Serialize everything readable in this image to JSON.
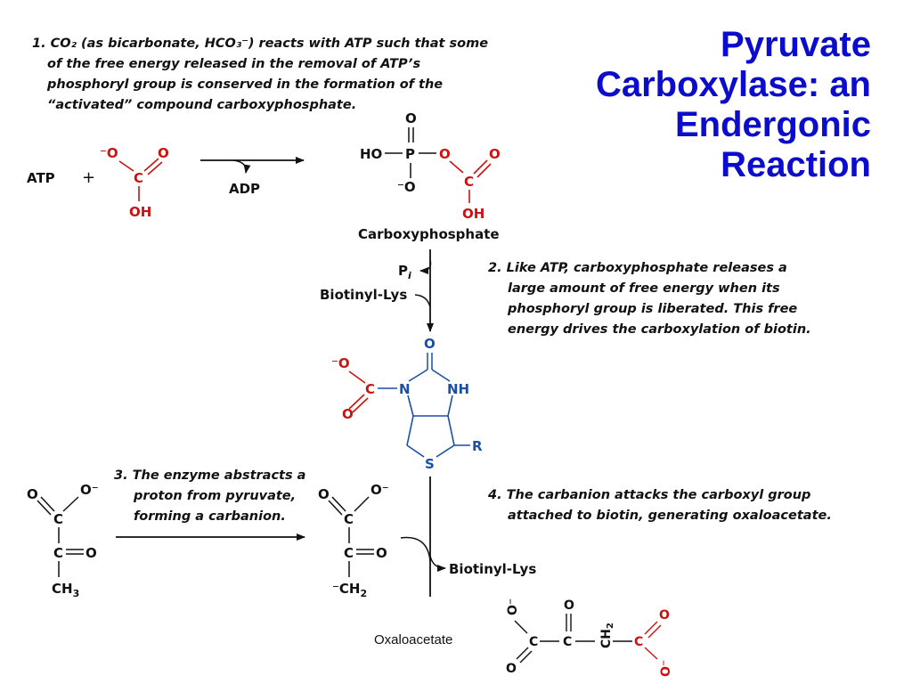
{
  "title": [
    "Pyruvate",
    "Carboxylase: an",
    "Endergonic",
    "Reaction"
  ],
  "steps": {
    "step1": [
      "1. CO₂ (as bicarbonate, HCO₃⁻) reacts with ATP such that some",
      "of the free energy released in the removal of ATP’s",
      "phosphoryl group is conserved in the formation of the",
      "“activated” compound carboxyphosphate."
    ],
    "step2": [
      "2. Like ATP, carboxyphosphate releases a",
      "large amount of free energy when its",
      "phosphoryl group is liberated. This free",
      "energy drives the carboxylation of biotin."
    ],
    "step3": [
      "3. The enzyme abstracts a",
      "proton from pyruvate,",
      "forming a carbanion."
    ],
    "step4": [
      "4. The carbanion attacks the carboxyl group",
      "attached to biotin, generating oxaloacetate."
    ]
  },
  "labels": {
    "atp": "ATP",
    "plus": "+",
    "adp": "ADP",
    "carboxyphosphate": "Carboxyphosphate",
    "pi": "Pi",
    "biotinyl_lys_1": "Biotinyl-Lys",
    "biotinyl_lys_2": "Biotinyl-Lys",
    "oxaloacetate": "Oxaloacetate",
    "r_group": "R"
  },
  "colors": {
    "title": "#0c0ccc",
    "carboxyl": "#cc1111",
    "biotin": "#1a4fa8",
    "text": "#111111"
  }
}
